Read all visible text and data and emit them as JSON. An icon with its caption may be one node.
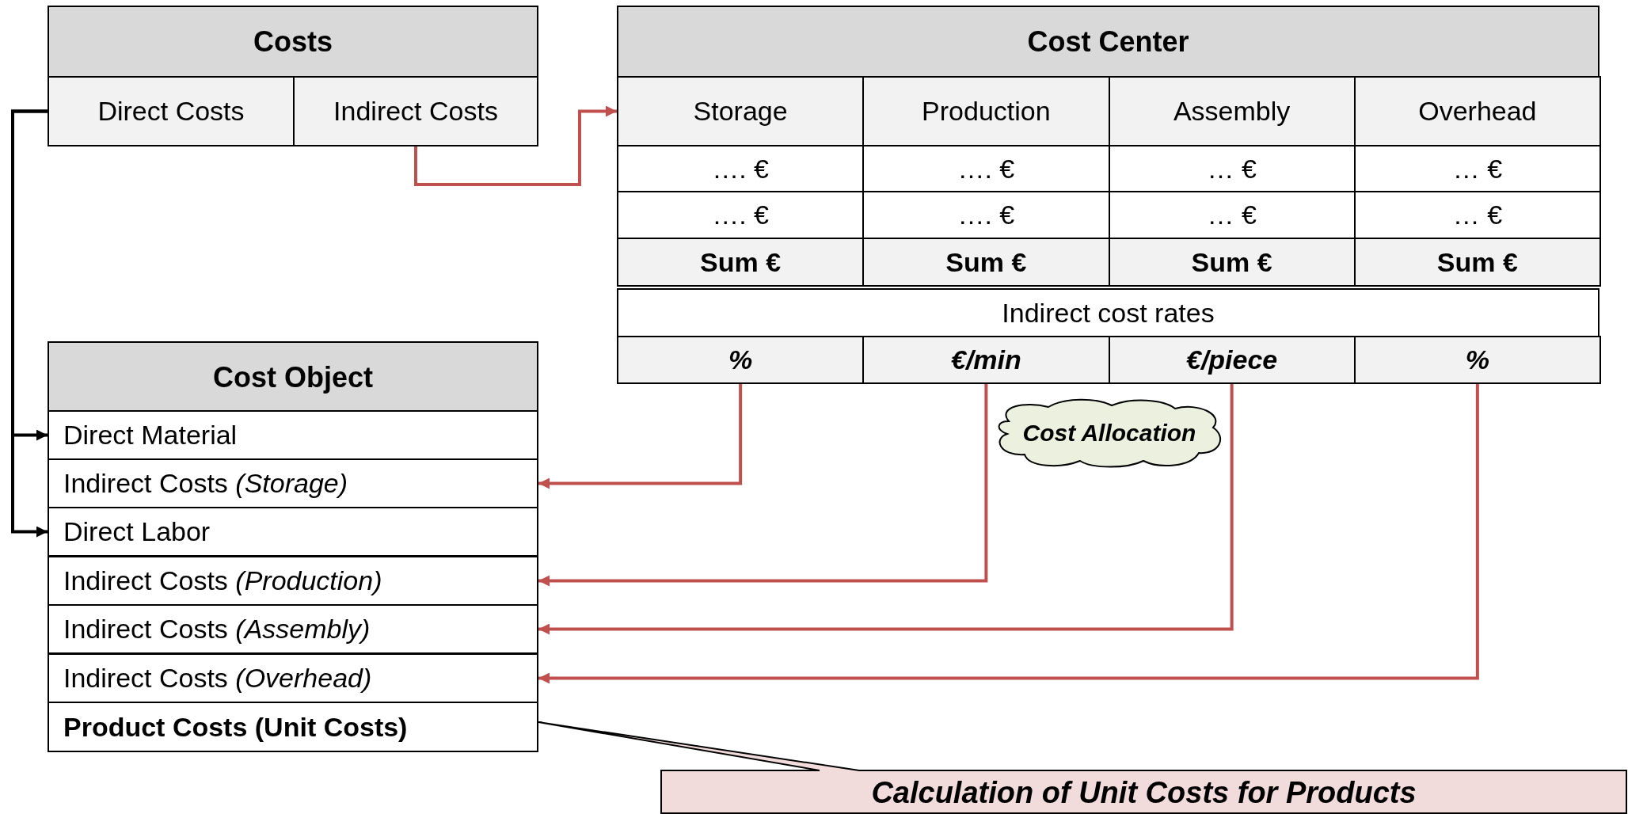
{
  "diagram": {
    "nodes": [
      {
        "text": [
          "Costs"
        ]
      },
      {
        "text": [
          "Direct Costs"
        ],
        "in": 0
      },
      {
        "text": [
          "Indirect Costs"
        ],
        "in": 0
      },
      {
        "text": [
          "Cost Center"
        ]
      },
      {
        "text": [
          "Storage"
        ],
        "in": 3
      },
      {
        "text": [
          "Production"
        ],
        "in": 3
      },
      {
        "text": [
          "Assembly"
        ],
        "in": 3
      },
      {
        "text": [
          "Overhead"
        ],
        "in": 3
      },
      {
        "text": [
          "…. €"
        ],
        "in": 3
      },
      {
        "text": [
          "…. €"
        ],
        "in": 3
      },
      {
        "text": [
          "… €"
        ],
        "in": 3
      },
      {
        "text": [
          "… €"
        ],
        "in": 3
      },
      {
        "text": [
          "…. €"
        ],
        "in": 3
      },
      {
        "text": [
          "…. €"
        ],
        "in": 3
      },
      {
        "text": [
          "… €"
        ],
        "in": 3
      },
      {
        "text": [
          "… €"
        ],
        "in": 3
      },
      {
        "text": [
          "Sum €"
        ],
        "in": 3
      },
      {
        "text": [
          "Sum €"
        ],
        "in": 3
      },
      {
        "text": [
          "Sum €"
        ],
        "in": 3
      },
      {
        "text": [
          "Sum €"
        ],
        "in": 3
      },
      {
        "text": [
          "Indirect cost rates"
        ],
        "in": 3
      },
      {
        "text": [
          "%"
        ],
        "in": 3
      },
      {
        "text": [
          "€/min"
        ],
        "in": 3
      },
      {
        "text": [
          "€/piece"
        ],
        "in": 3
      },
      {
        "text": [
          "%"
        ],
        "in": 3
      },
      {
        "text": [
          "Cost Allocation"
        ]
      },
      {
        "text": [
          "Cost Object"
        ]
      },
      {
        "text": [
          "Direct Material"
        ],
        "in": 26
      },
      {
        "text": [
          "Indirect Costs *(Storage)*"
        ],
        "in": 26
      },
      {
        "text": [
          "Direct Labor"
        ],
        "in": 26
      },
      {
        "text": [
          "Indirect Costs *(Production)*"
        ],
        "in": 26
      },
      {
        "text": [
          "Indirect Costs *(Assembly)*"
        ],
        "in": 26
      },
      {
        "text": [
          "Indirect Costs *(Overhead)*"
        ],
        "in": 26
      },
      {
        "text": [
          "Product Costs (Unit Costs)"
        ],
        "in": 26
      },
      {
        "text": [
          "Calculation of Unit Costs for Products"
        ]
      }
    ],
    "edges": [
      {
        "from": 1,
        "to": 27,
        "arrow": "to",
        "color": "#000000"
      },
      {
        "from": 1,
        "to": 29,
        "arrow": "to",
        "color": "#000000"
      },
      {
        "from": 2,
        "to": 4,
        "arrow": "to"
      },
      {
        "from": 21,
        "to": 28,
        "arrow": "to"
      },
      {
        "from": 22,
        "to": 30,
        "arrow": "to"
      },
      {
        "from": 23,
        "to": 31,
        "arrow": "to"
      },
      {
        "from": 24,
        "to": 32,
        "arrow": "to"
      }
    ]
  }
}
